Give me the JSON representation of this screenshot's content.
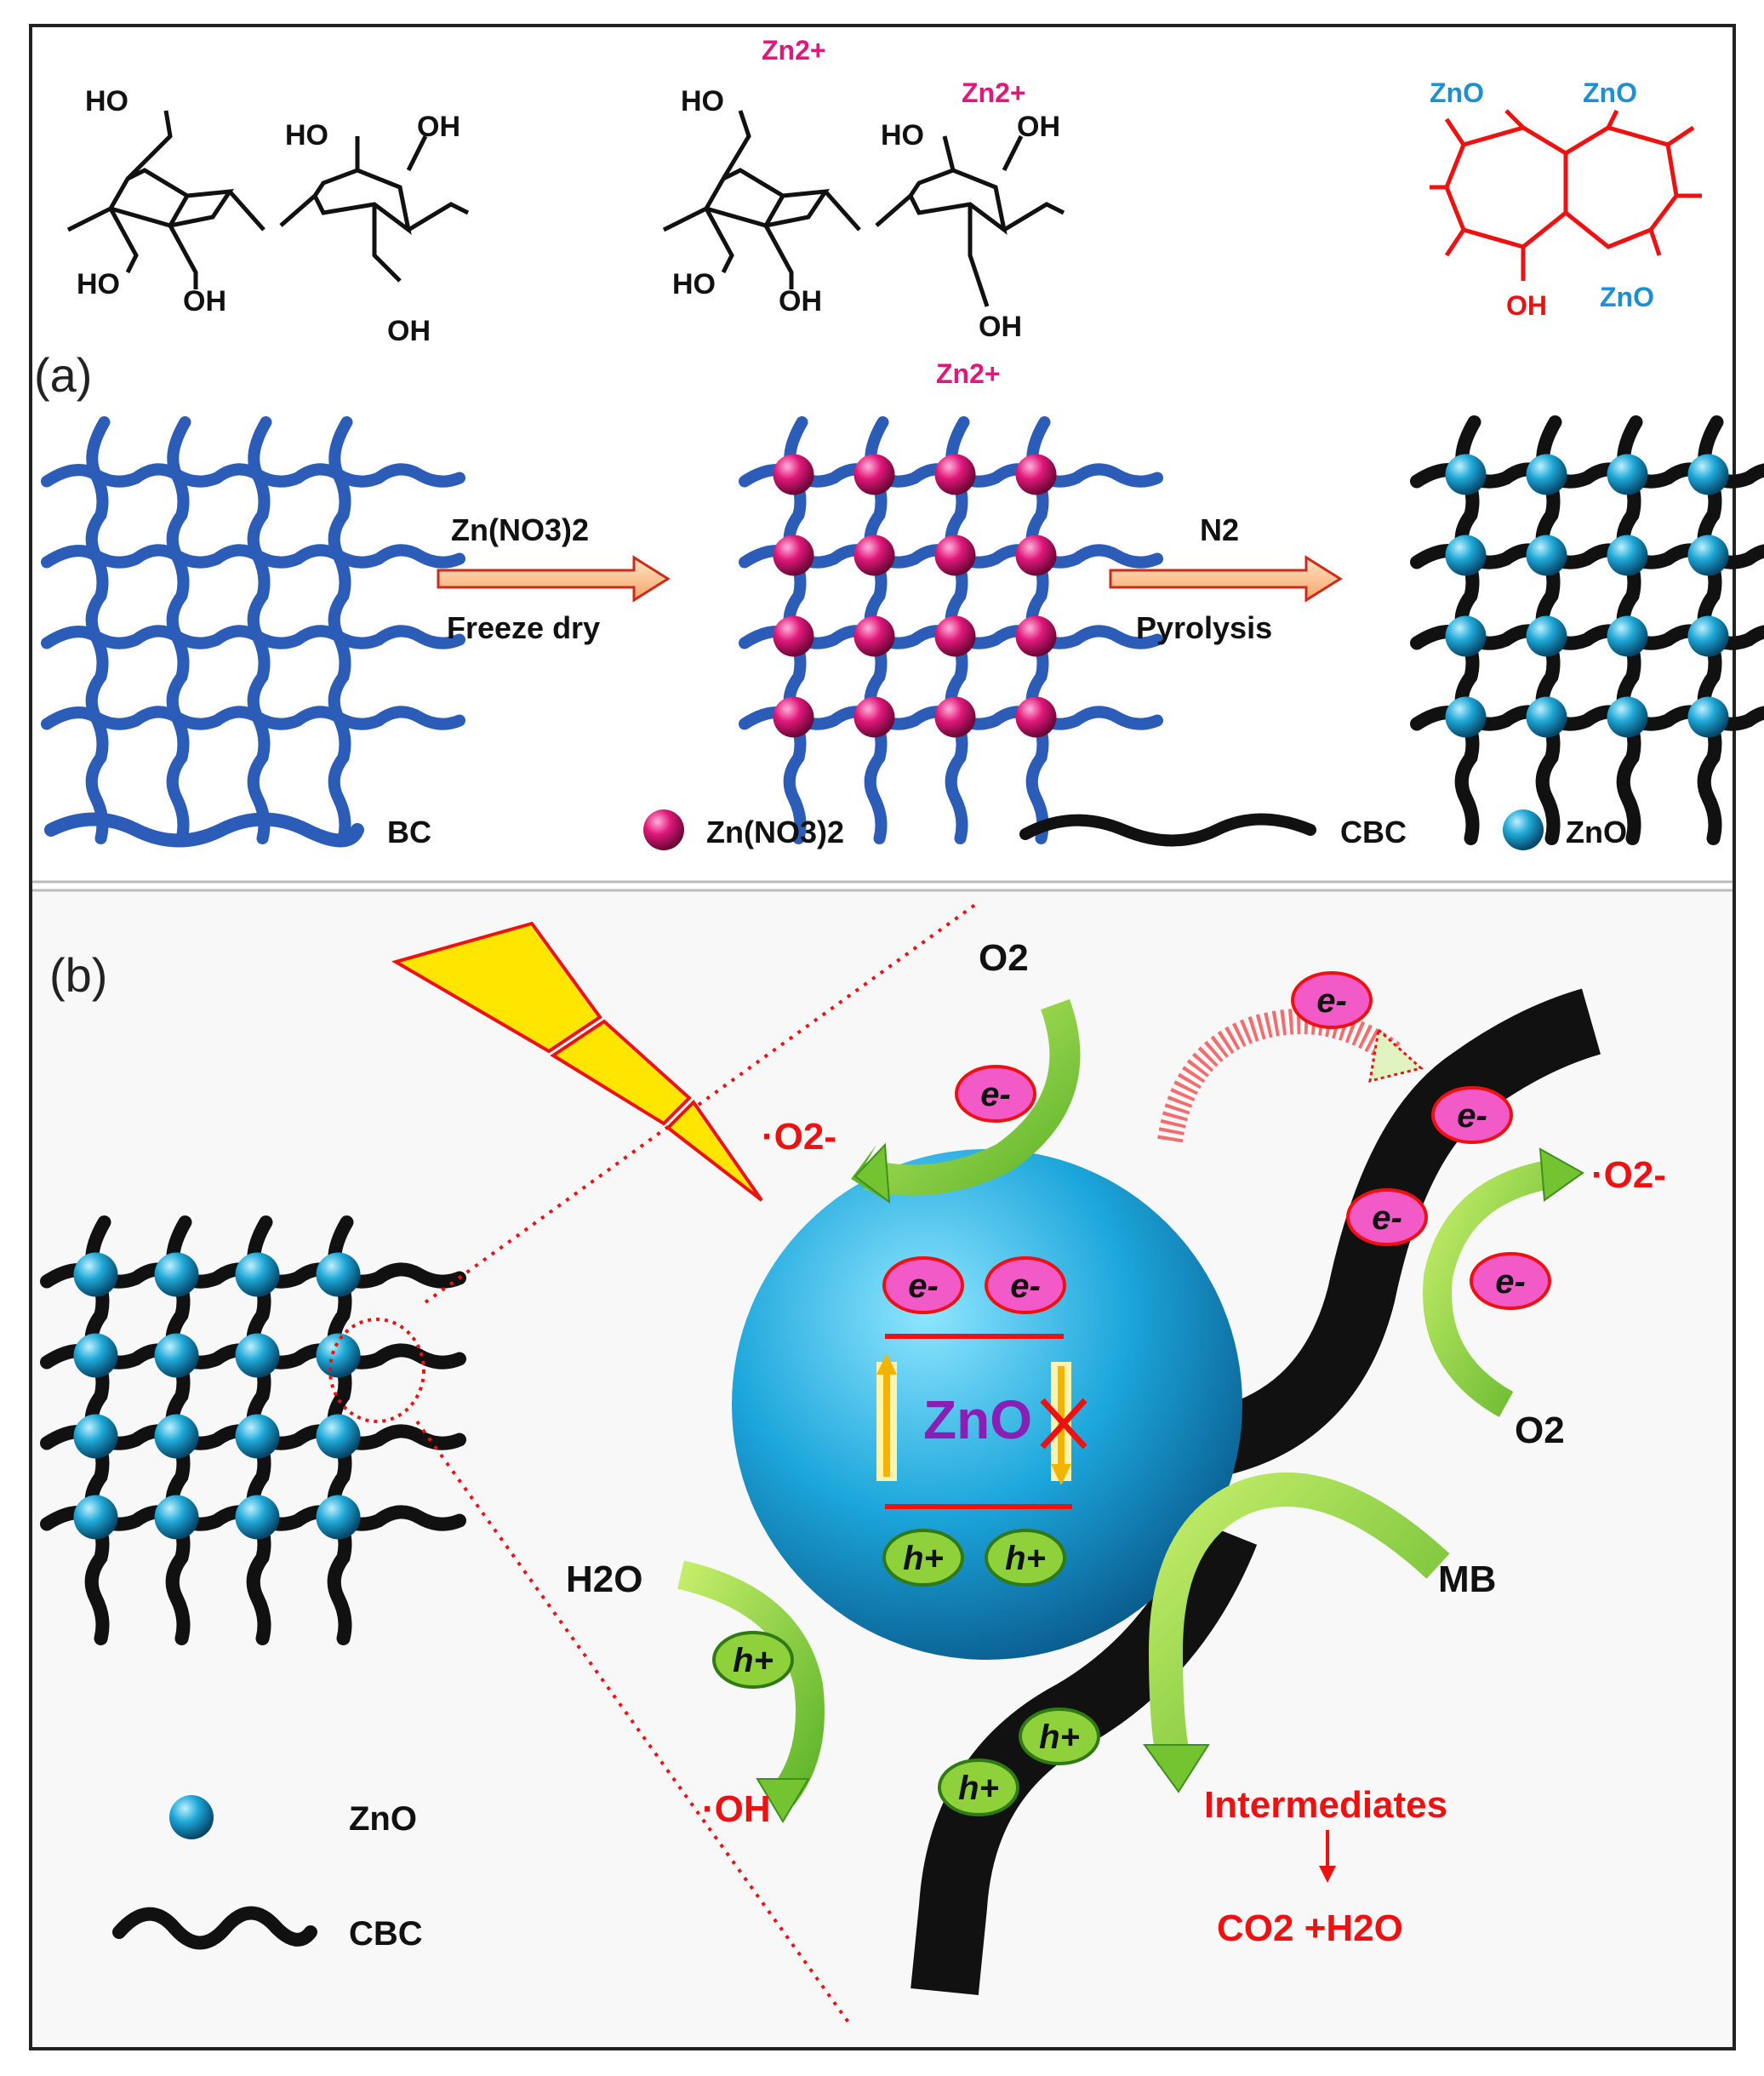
{
  "panel_a": {
    "label": "(a)",
    "chem1": {
      "atoms": [
        "HO",
        "HO",
        "OH",
        "HO",
        "OH",
        "OH"
      ]
    },
    "chem2": {
      "atoms": [
        "HO",
        "HO",
        "OH",
        "HO",
        "OH",
        "OH"
      ],
      "ions": [
        "Zn2+",
        "Zn2+",
        "Zn2+"
      ]
    },
    "chem3": {
      "zno": [
        "ZnO",
        "ZnO",
        "ZnO"
      ],
      "oh": "OH"
    },
    "step1": {
      "reagent": "Zn(NO3)2",
      "process": "Freeze dry"
    },
    "step2": {
      "reagent": "N2",
      "process": "Pyrolysis"
    },
    "legend": {
      "bc": "BC",
      "zn_nitrate": "Zn(NO3)2",
      "cbc": "CBC",
      "zno": "ZnO"
    }
  },
  "panel_b": {
    "label": "(b)",
    "zno_center": "ZnO",
    "electron": "e-",
    "hole": "h+",
    "o2": "O2",
    "superoxide": "·O2-",
    "water": "H2O",
    "hydroxyl": "·OH",
    "mb": "MB",
    "intermediates": "Intermediates",
    "products": "CO2 +H2O",
    "legend": {
      "zno": "ZnO",
      "cbc": "CBC"
    }
  },
  "colors": {
    "bc_fiber": "#2a5cb8",
    "zn_nitrate_ball": "#e0187a",
    "zno_ball": "#1ea7d6",
    "cbc_fiber": "#111111",
    "zn_ion_text": "#e0187a",
    "zno_text": "#1f8fcf",
    "red_text": "#ee1111",
    "green_arrow": "#8fd13a",
    "light_yellow": "#ffe600"
  }
}
